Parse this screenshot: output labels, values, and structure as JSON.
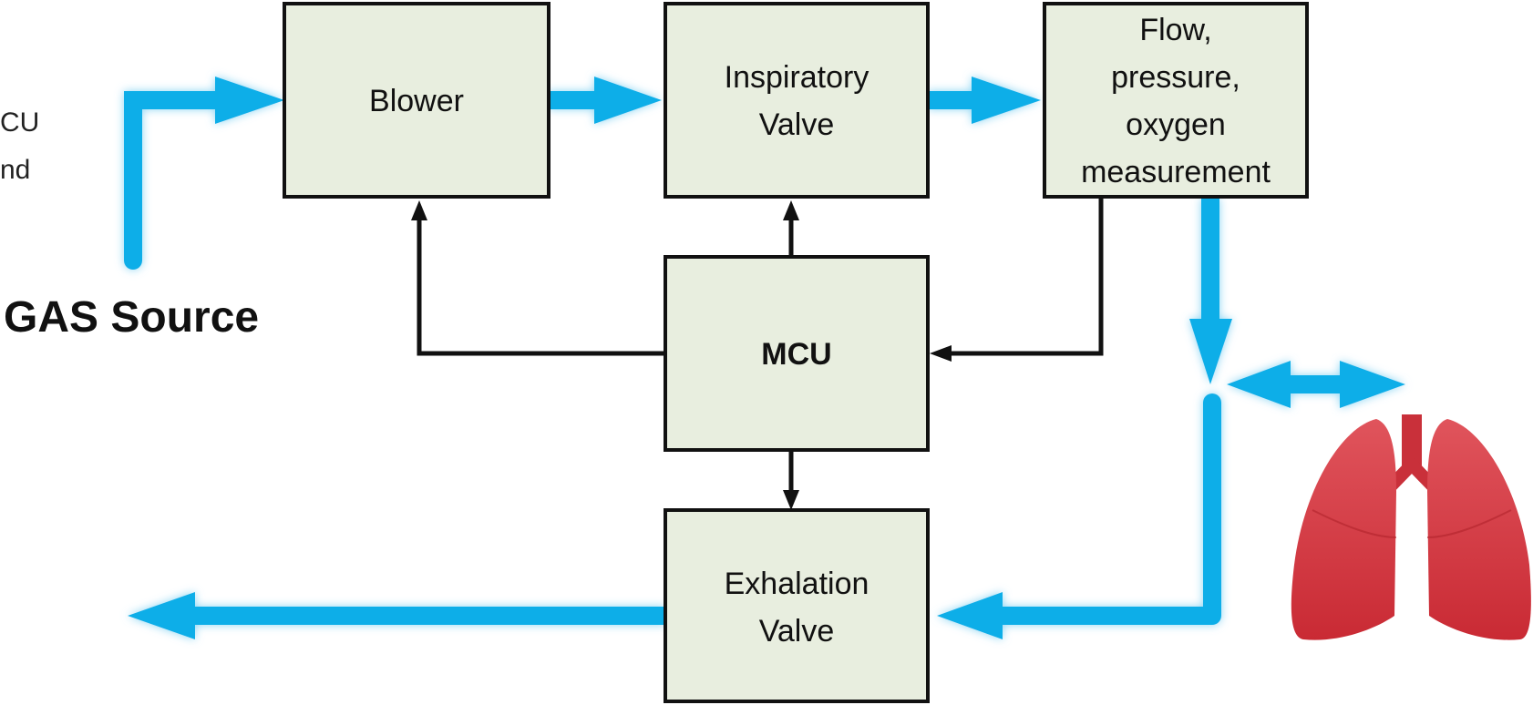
{
  "diagram": {
    "gas_source": "GAS Source",
    "left_clipped_text": [
      "CU",
      "nd"
    ],
    "blocks": {
      "blower": [
        "Blower"
      ],
      "inspiratory_valve": [
        "Inspiratory",
        "Valve"
      ],
      "measurement": [
        "Flow,",
        "pressure,",
        "oxygen",
        "measurement"
      ],
      "mcu": [
        "MCU"
      ],
      "exhalation_valve": [
        "Exhalation",
        "Valve"
      ]
    }
  },
  "colors": {
    "gas_flow": "#0aaee8",
    "gas_glow": "#a8def4",
    "block_fill": "#e8eedf",
    "block_border": "#111111",
    "signal_line": "#111111",
    "lung": "#d5363f"
  },
  "icons": {
    "lungs": "lungs-icon"
  }
}
